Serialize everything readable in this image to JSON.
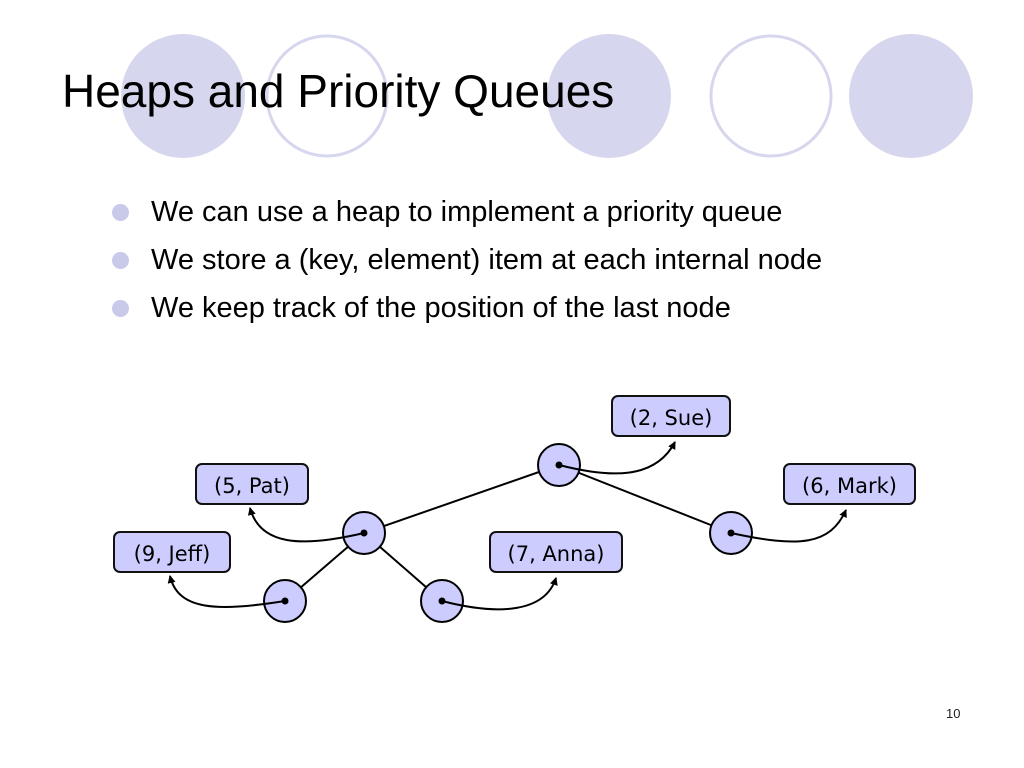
{
  "slide": {
    "title": "Heaps and Priority Queues",
    "bullets": [
      "We can use a heap to implement a priority queue",
      "We store a (key, element) item at each internal node",
      "We keep track of the position of the last node"
    ],
    "page_number": "10"
  },
  "tree": {
    "items": [
      {
        "id": "root",
        "label": "(2, Sue)"
      },
      {
        "id": "left",
        "label": "(5, Pat)"
      },
      {
        "id": "right",
        "label": "(6, Mark)"
      },
      {
        "id": "left-left",
        "label": "(9, Jeff)"
      },
      {
        "id": "left-right",
        "label": "(7, Anna)"
      }
    ],
    "edges": [
      [
        "root",
        "left"
      ],
      [
        "root",
        "right"
      ],
      [
        "left",
        "left-left"
      ],
      [
        "left",
        "left-right"
      ]
    ]
  },
  "colors": {
    "node_fill": "#ccccff",
    "label_fill": "#ccccff",
    "decor_fill": "#d6d6ee",
    "decor_ring": "#d6d6ee",
    "bullet": "#c9c9ea"
  }
}
